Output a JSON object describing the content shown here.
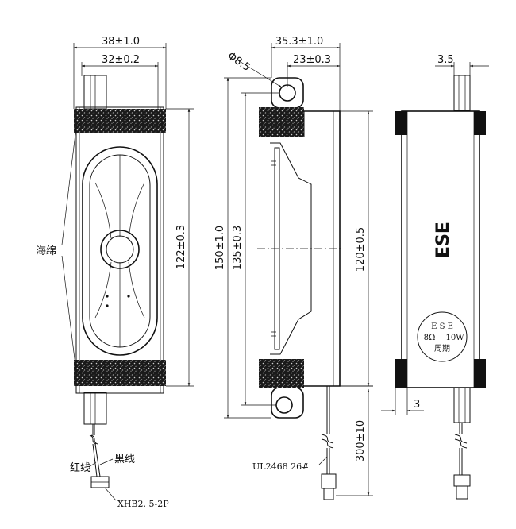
{
  "front_view": {
    "outer_width": "38±1.0",
    "inner_width": "32±0.2",
    "height": "122±0.3",
    "sponge_label": "海绵",
    "red_wire_label": "红线",
    "black_wire_label": "黑线",
    "connector_label": "XHB2. 5-2P"
  },
  "side_view": {
    "hole_diameter": "Φ8.5",
    "total_depth": "35.3±1.0",
    "mount_offset": "23±0.3",
    "overall_length": "150±1.0",
    "hole_spacing": "135±0.3",
    "body_length": "120±0.5",
    "cable_length": "300±10",
    "cable_label": "UL2468  26#"
  },
  "back_view": {
    "tab_width": "3.5",
    "tab_offset": "3",
    "brand": "ESE",
    "label_brand": "E S E",
    "label_impedance": "8Ω",
    "label_power": "10W",
    "label_date": "周期"
  }
}
